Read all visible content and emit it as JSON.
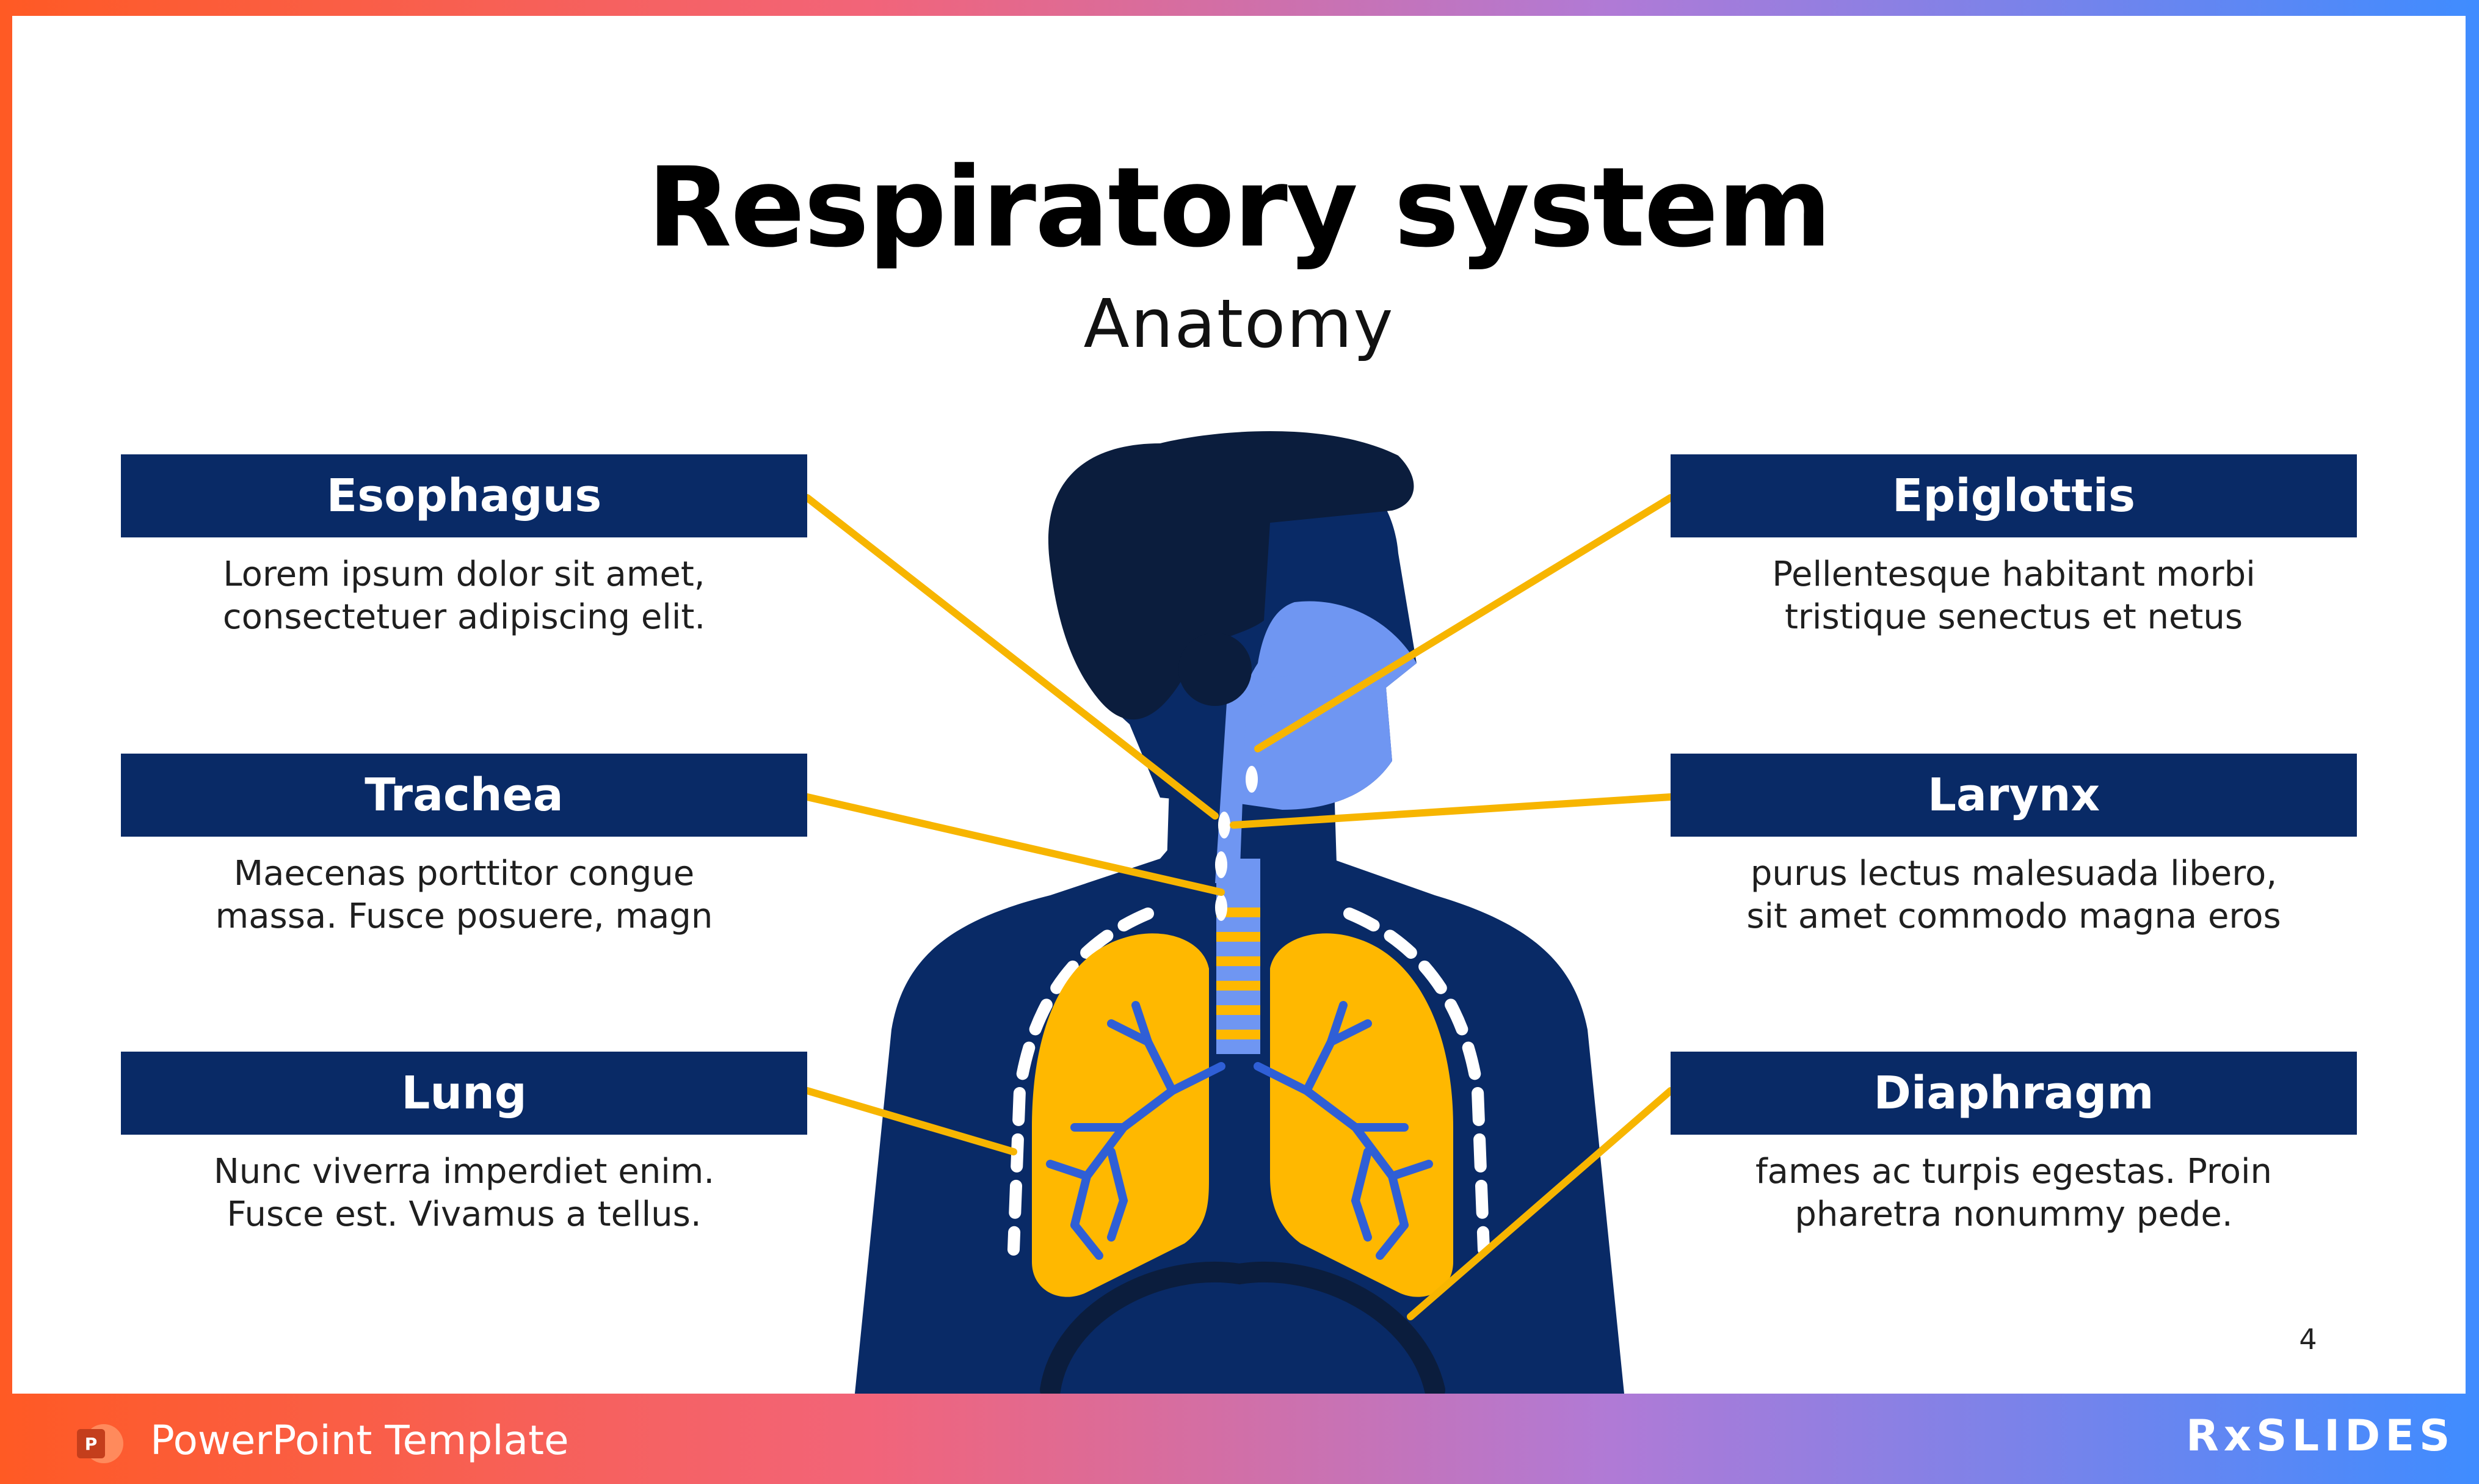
{
  "slide": {
    "title": "Respiratory system",
    "subtitle": "Anatomy",
    "page_number": "4"
  },
  "labels": [
    {
      "title": "Esophagus",
      "lines": [
        "Lorem ipsum dolor sit amet,",
        "consectetuer adipiscing elit."
      ]
    },
    {
      "title": "Trachea",
      "lines": [
        "Maecenas porttitor congue",
        "massa. Fusce posuere, magn"
      ]
    },
    {
      "title": "Lung",
      "lines": [
        "Nunc viverra imperdiet enim.",
        "Fusce est. Vivamus a tellus."
      ]
    },
    {
      "title": "Epiglottis",
      "lines": [
        "Pellentesque habitant morbi",
        "tristique senectus et netus"
      ]
    },
    {
      "title": "Larynx",
      "lines": [
        "purus lectus malesuada libero,",
        "sit amet commodo magna eros"
      ]
    },
    {
      "title": "Diaphragm",
      "lines": [
        "fames ac turpis egestas. Proin",
        "pharetra nonummy pede."
      ]
    }
  ],
  "footer": {
    "label": "PowerPoint Template",
    "brand": "RxSLIDES",
    "icon": "powerpoint-icon"
  },
  "colors": {
    "navy": "#092a66",
    "hair": "#0b1d3d",
    "face": "#6f96f2",
    "lung": "#ffb800",
    "leader": "#f7b500",
    "accent_gradient": [
      "#ff5a24",
      "#f26479",
      "#b07ad6",
      "#3f8cff"
    ]
  }
}
